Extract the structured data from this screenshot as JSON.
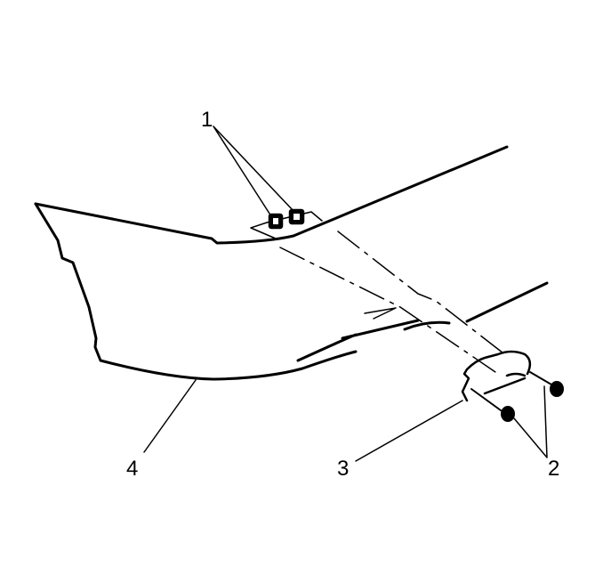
{
  "diagram": {
    "type": "exploded-assembly-illustration",
    "callouts": [
      {
        "id": "1",
        "label": "1",
        "points_to": "retainer-clips (x2)"
      },
      {
        "id": "2",
        "label": "2",
        "points_to": "screws (x2)"
      },
      {
        "id": "3",
        "label": "3",
        "points_to": "bracket"
      },
      {
        "id": "4",
        "label": "4",
        "points_to": "fascia panel"
      }
    ],
    "colors": {
      "line": "#000000",
      "background": "#ffffff"
    }
  }
}
